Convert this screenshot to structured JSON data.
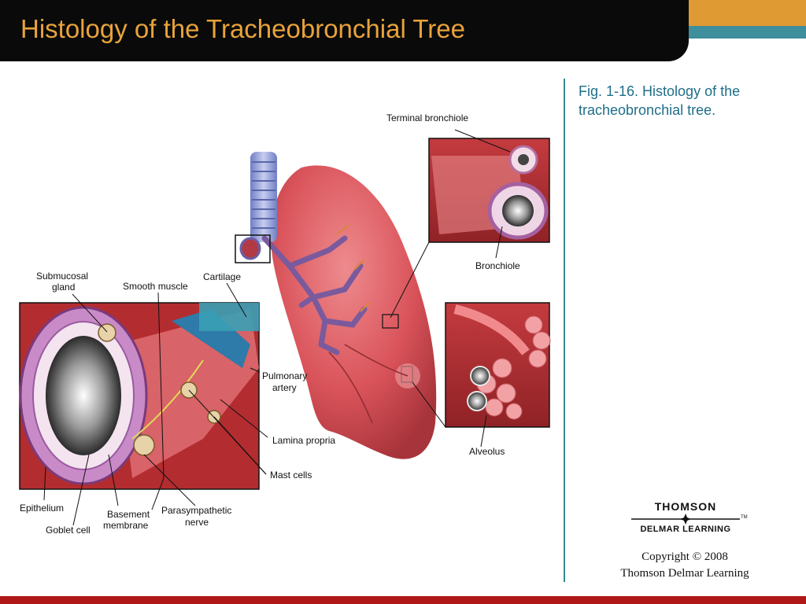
{
  "slide": {
    "title": "Histology of the Tracheobronchial Tree",
    "caption": "Fig. 1-16.  Histology of the tracheobronchial tree."
  },
  "figure": {
    "labels": {
      "terminal_bronchiole": "Terminal bronchiole",
      "bronchiole": "Bronchiole",
      "submucosal_gland_1": "Submucosal",
      "submucosal_gland_2": "gland",
      "smooth_muscle": "Smooth muscle",
      "cartilage": "Cartilage",
      "pulmonary_artery_1": "Pulmonary",
      "pulmonary_artery_2": "artery",
      "lamina_propria": "Lamina propria",
      "mast_cells": "Mast cells",
      "alveolus": "Alveolus",
      "epithelium": "Epithelium",
      "goblet_cell": "Goblet cell",
      "basement_membrane_1": "Basement",
      "basement_membrane_2": "membrane",
      "parasympathetic_nerve_1": "Parasympathetic",
      "parasympathetic_nerve_2": "nerve"
    }
  },
  "logo": {
    "line1": "THOMSON",
    "line2": "DELMAR LEARNING",
    "tm": "TM"
  },
  "copyright": {
    "line1": "Copyright © 2008",
    "line2": "Thomson Delmar Learning"
  },
  "colors": {
    "title_bg": "#0a0a0a",
    "title_text": "#e8a33a",
    "accent_orange": "#e09a33",
    "accent_teal": "#3f8e9b",
    "divider": "#2e8a93",
    "caption_text": "#1f6e88",
    "bottom_bar": "#b01818",
    "lung": "#d9535a"
  }
}
